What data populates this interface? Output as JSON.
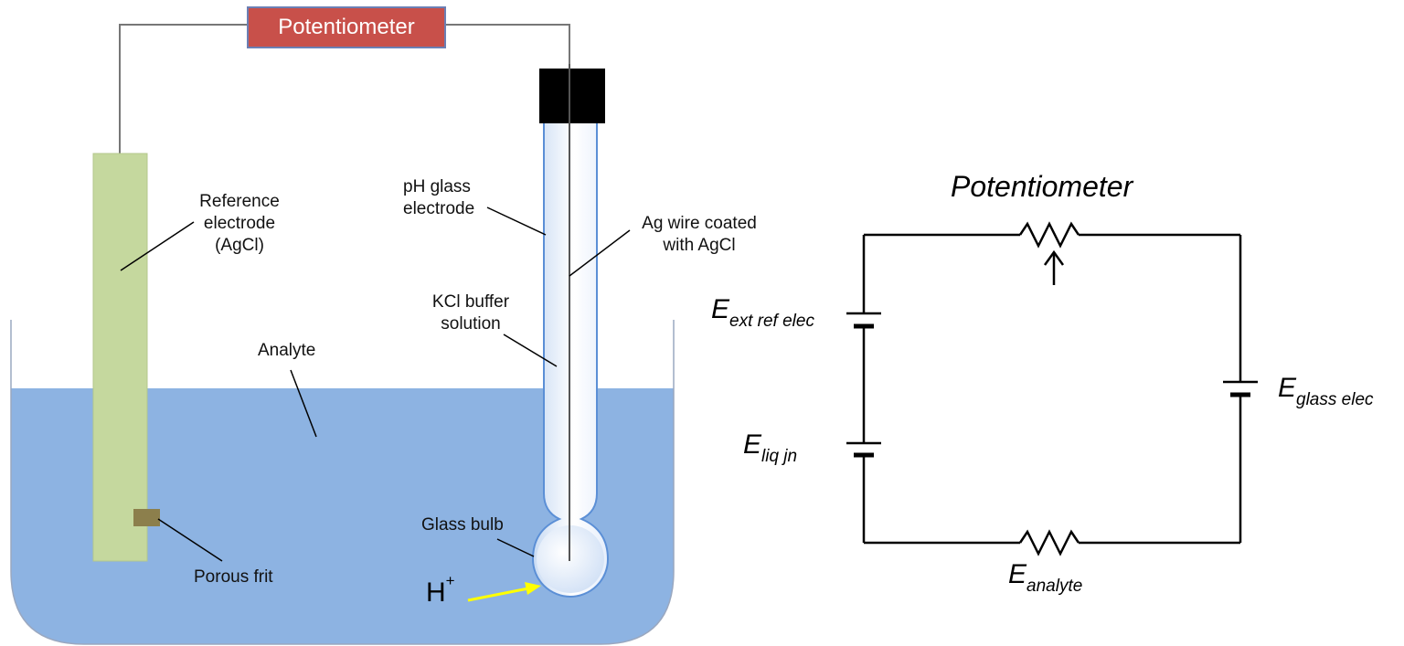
{
  "apparatus": {
    "potentiometer_label": "Potentiometer",
    "reference_electrode_label": [
      "Reference",
      "electrode",
      "(AgCl)"
    ],
    "ph_glass_electrode_label": [
      "pH glass",
      "electrode"
    ],
    "ag_wire_label": [
      "Ag wire coated",
      "with AgCl"
    ],
    "kcl_buffer_label": [
      "KCl buffer",
      "solution"
    ],
    "analyte_label": "Analyte",
    "glass_bulb_label": "Glass bulb",
    "porous_frit_label": "Porous frit",
    "ion_label": "H",
    "ion_charge": "+"
  },
  "circuit": {
    "title": "Potentiometer",
    "e_ext_ref": {
      "symbol": "E",
      "subscript": "ext ref elec"
    },
    "e_liq_jn": {
      "symbol": "E",
      "subscript": "liq jn"
    },
    "e_glass": {
      "symbol": "E",
      "subscript": "glass elec"
    },
    "e_analyte": {
      "symbol": "E",
      "subscript": "analyte"
    }
  },
  "colors": {
    "analyte_fill": "#8db3e2",
    "reference_fill": "#c5d89e",
    "frit_fill": "#8c7f4c",
    "potentiometer_fill": "#c8504a",
    "arrow_color": "#ffff00",
    "tube_outline": "#5b8fd6"
  }
}
